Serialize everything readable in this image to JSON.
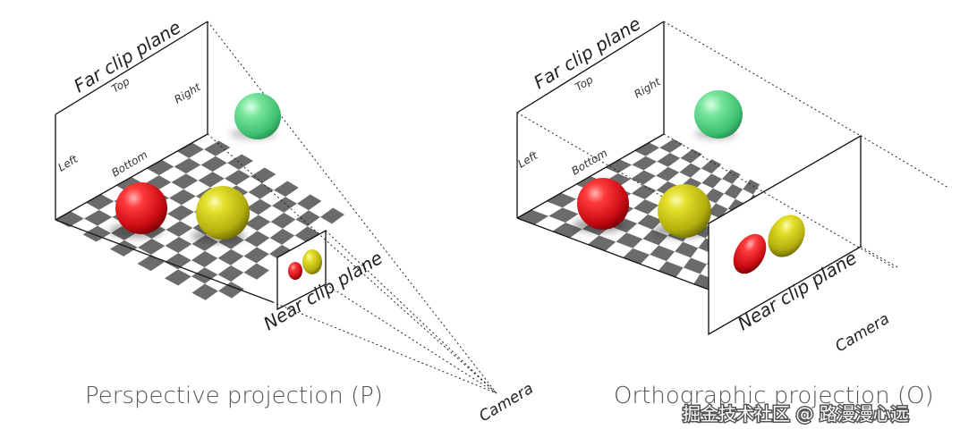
{
  "left_diagram": {
    "far_plane_label": "Far clip plane",
    "face_labels": {
      "top": "Top",
      "right": "Right",
      "left": "Left",
      "bottom": "Bottom"
    },
    "near_plane_label": "Near clip plane",
    "camera_label": "Camera",
    "caption": "Perspective projection (P)"
  },
  "right_diagram": {
    "far_plane_label": "Far clip plane",
    "face_labels": {
      "top": "Top",
      "right": "Right",
      "left": "Left",
      "bottom": "Bottom"
    },
    "near_plane_label": "Near clip plane",
    "camera_label": "Camera",
    "caption": "Orthographic projection (O)"
  },
  "watermark": "掘金技术社区 @ 路漫漫心远",
  "colors": {
    "red_sphere": "#e0141e",
    "yellow_sphere": "#c8c414",
    "green_sphere": "#5bd98a",
    "checker_dark": "#6b6b6b",
    "checker_light": "#ffffff",
    "line": "#111111"
  }
}
